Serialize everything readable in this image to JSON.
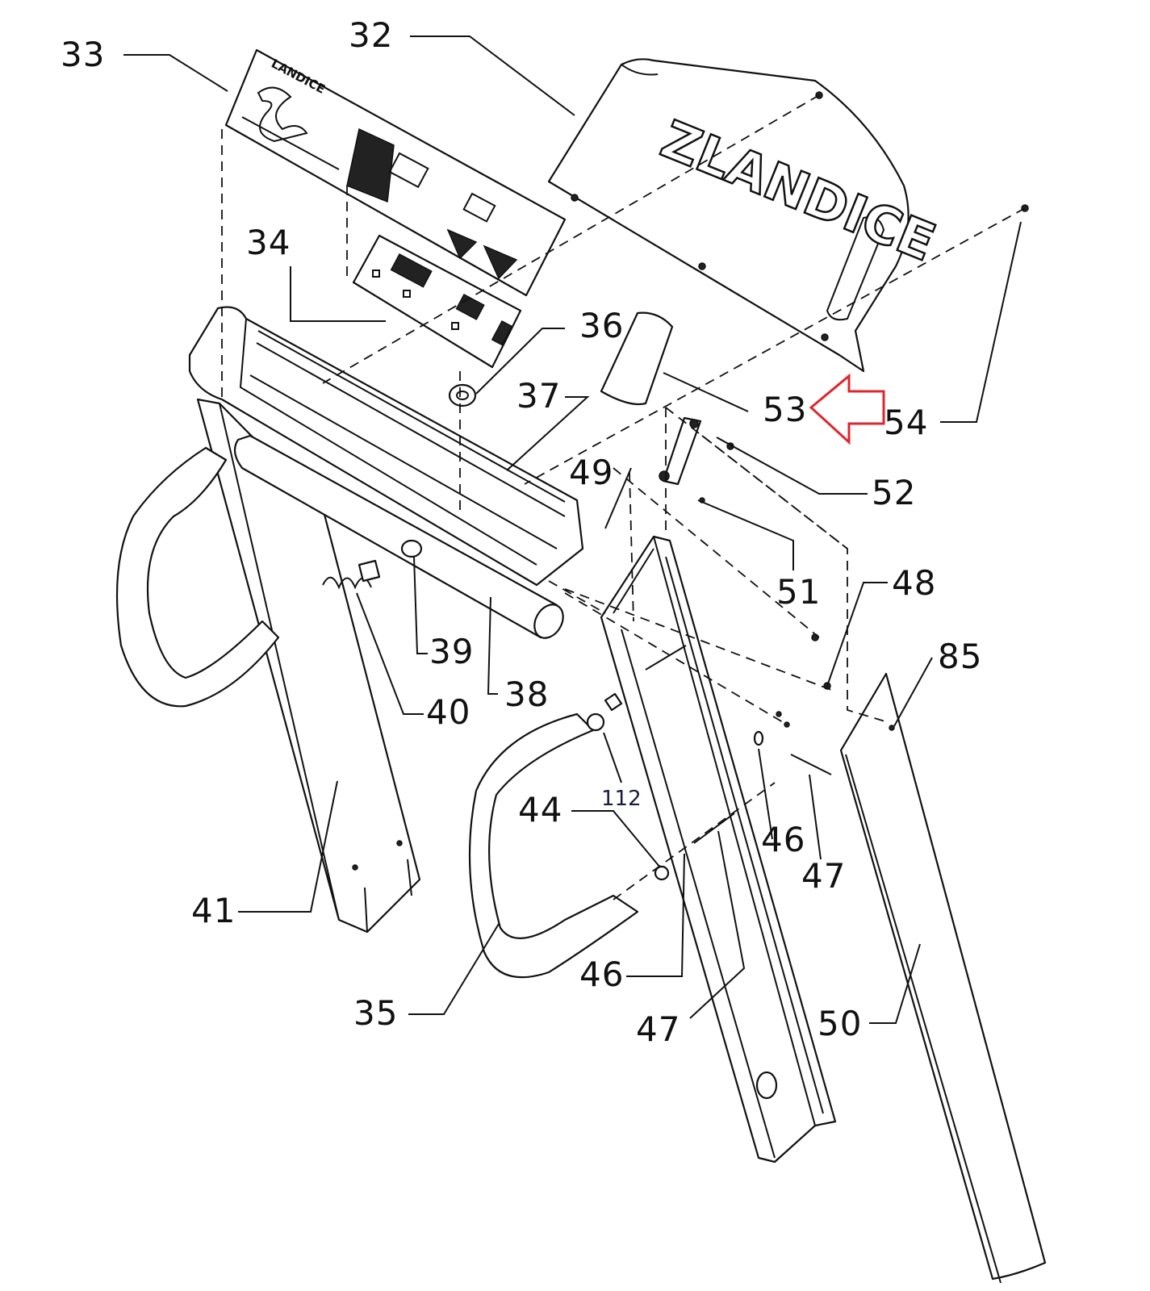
{
  "diagram": {
    "brand_text": "ZLANDICE",
    "console_brand_text": "LANDICE",
    "highlight_color": "#e0262d",
    "highlight_icon": "left-arrow-icon",
    "callouts": [
      {
        "id": "33",
        "label": "33"
      },
      {
        "id": "32",
        "label": "32"
      },
      {
        "id": "34",
        "label": "34"
      },
      {
        "id": "36",
        "label": "36"
      },
      {
        "id": "37",
        "label": "37"
      },
      {
        "id": "53",
        "label": "53"
      },
      {
        "id": "54",
        "label": "54"
      },
      {
        "id": "49",
        "label": "49"
      },
      {
        "id": "52",
        "label": "52"
      },
      {
        "id": "51",
        "label": "51"
      },
      {
        "id": "48",
        "label": "48"
      },
      {
        "id": "39",
        "label": "39"
      },
      {
        "id": "38",
        "label": "38"
      },
      {
        "id": "40",
        "label": "40"
      },
      {
        "id": "85",
        "label": "85"
      },
      {
        "id": "112",
        "label": "112"
      },
      {
        "id": "44",
        "label": "44"
      },
      {
        "id": "46a",
        "label": "46"
      },
      {
        "id": "47a",
        "label": "47"
      },
      {
        "id": "41",
        "label": "41"
      },
      {
        "id": "35",
        "label": "35"
      },
      {
        "id": "46b",
        "label": "46"
      },
      {
        "id": "47b",
        "label": "47"
      },
      {
        "id": "50",
        "label": "50"
      }
    ]
  }
}
